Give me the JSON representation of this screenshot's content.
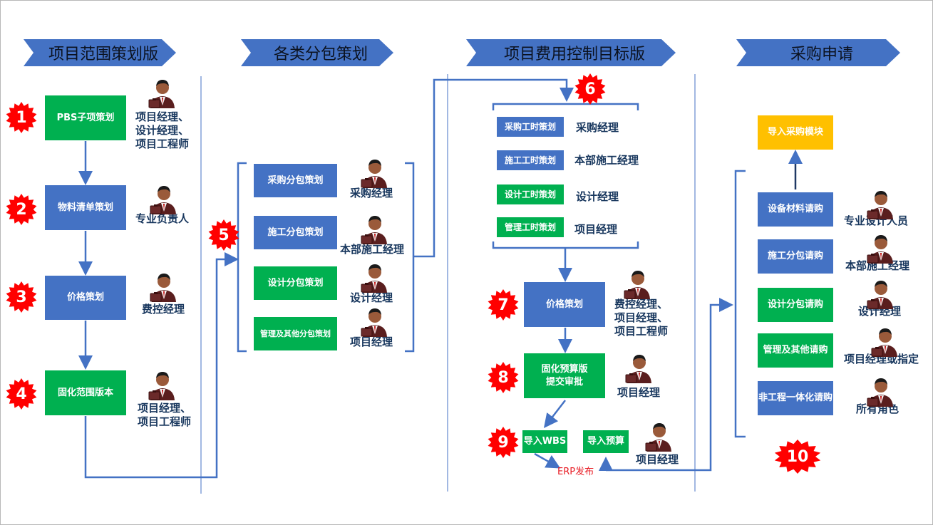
{
  "headers": [
    "项目范围策划版",
    "各类分包策划",
    "项目费用控制目标版",
    "采购申请"
  ],
  "col1": {
    "boxes": [
      "PBS子项策划",
      "物料清单策划",
      "价格策划",
      "固化范围版本"
    ],
    "roles": [
      "项目经理、\n设计经理、\n项目工程师",
      "专业负责人",
      "费控经理",
      "项目经理、\n项目工程师"
    ],
    "badges": [
      "1",
      "2",
      "3",
      "4"
    ]
  },
  "col2": {
    "badge": "5",
    "boxes": [
      "采购分包策划",
      "施工分包策划",
      "设计分包策划",
      "管理及其他分包策划"
    ],
    "roles": [
      "采购经理",
      "本部施工经理",
      "设计经理",
      "项目经理"
    ]
  },
  "col3": {
    "badge6": "6",
    "time_boxes": [
      "采购工时策划",
      "施工工时策划",
      "设计工时策划",
      "管理工时策划"
    ],
    "time_roles": [
      "采购经理",
      "本部施工经理",
      "设计经理",
      "项目经理"
    ],
    "badge7": "7",
    "price_box": "价格策划",
    "price_role": "费控经理、\n项目经理、\n项目工程师",
    "badge8": "8",
    "budget_box": "固化预算版\n提交审批",
    "budget_role": "项目经理",
    "badge9": "9",
    "wbs_box": "导入WBS",
    "import_budget_box": "导入预算",
    "import_role": "项目经理",
    "erp": "ERP发布"
  },
  "col4": {
    "import_module": "导入采购模块",
    "boxes": [
      "设备材料请购",
      "施工分包请购",
      "设计分包请购",
      "管理及其他请购",
      "非工程一体化请购"
    ],
    "roles": [
      "专业设计人员",
      "本部施工经理",
      "设计经理",
      "项目经理或指定",
      "所有角色"
    ],
    "badge": "10"
  },
  "colors": {
    "blue": "#4472c4",
    "green": "#00b050",
    "yellow": "#ffc000",
    "red": "#ff0000",
    "line": "#4472c4"
  },
  "icons": {
    "person": "person-icon",
    "badge": "red-starburst-badge"
  }
}
